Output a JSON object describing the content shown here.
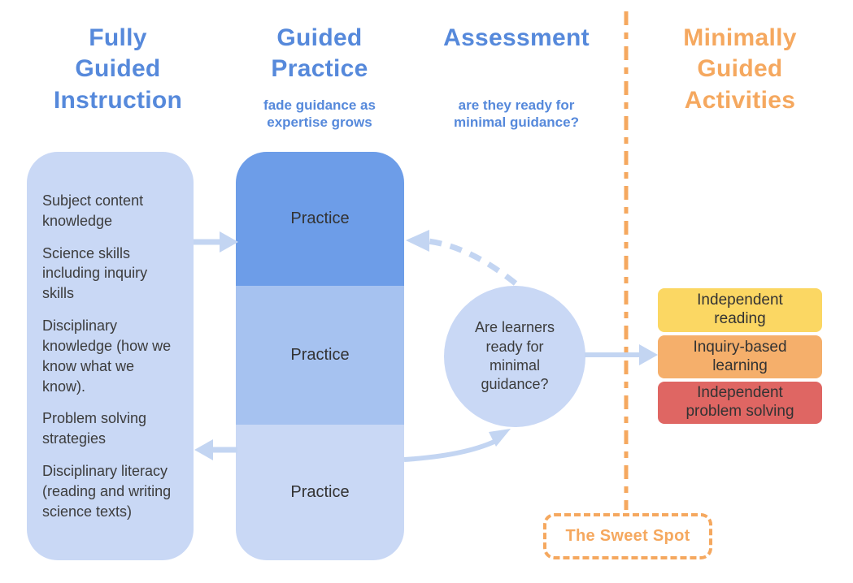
{
  "colors": {
    "header_blue": "#5689DB",
    "header_orange": "#F5A85F",
    "practice_dark_blue": "#6D9DE8",
    "practice_mid_blue": "#A6C2F0",
    "panel_light_blue": "#C9D8F5",
    "arrow_blue": "#C3D5F2",
    "activity_yellow": "#FBD763",
    "activity_orange": "#F5AF6B",
    "activity_red": "#DF6663",
    "text_dark": "#3C3C3C",
    "background": "#FFFFFF"
  },
  "columns": {
    "fully_guided": {
      "title": "Fully Guided Instruction",
      "items": [
        "Subject content knowledge",
        "Science skills including inquiry skills",
        "Disciplinary knowledge (how we know what we know).",
        "Problem solving strategies",
        "Disciplinary literacy (reading and writing science texts)"
      ]
    },
    "guided_practice": {
      "title": "Guided Practice",
      "subtitle": "fade guidance as expertise grows",
      "stages": [
        "Practice",
        "Practice",
        "Practice"
      ]
    },
    "assessment": {
      "title": "Assessment",
      "subtitle": "are they ready for minimal guidance?",
      "question": "Are learners ready for minimal guidance?"
    },
    "minimally_guided": {
      "title": "Minimally Guided Activities",
      "activities": [
        "Independent reading",
        "Inquiry-based learning",
        "Independent problem solving"
      ],
      "sweet_spot_label": "The Sweet Spot"
    }
  }
}
